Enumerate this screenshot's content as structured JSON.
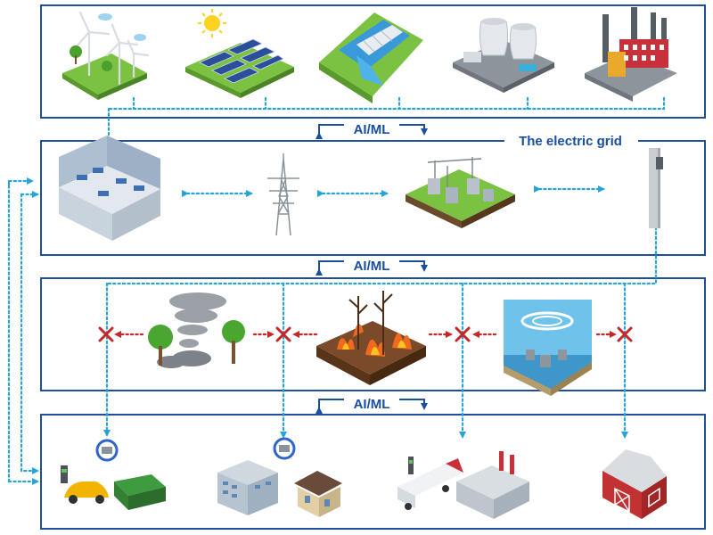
{
  "labels": {
    "ai_ml_1": "AI/ML",
    "ai_ml_2": "AI/ML",
    "ai_ml_3": "AI/ML",
    "grid_title": "The electric grid"
  },
  "colors": {
    "frame": "#1f4e9a",
    "label": "#1a4fa0",
    "flow": "#27a3d6",
    "threat": "#c62828"
  },
  "icons": {
    "generation": [
      "wind-farm-icon",
      "solar-farm-icon",
      "hydro-dam-icon",
      "nuclear-plant-icon",
      "fossil-plant-icon"
    ],
    "grid": [
      "control-center-icon",
      "transmission-tower-icon",
      "substation-icon",
      "utility-pole-icon"
    ],
    "threats": [
      "tornado-icon",
      "wildfire-icon",
      "hurricane-flood-icon"
    ],
    "consumers": [
      "ev-charging-icon",
      "commercial-buildings-icon",
      "industrial-icon",
      "barn-icon"
    ]
  }
}
